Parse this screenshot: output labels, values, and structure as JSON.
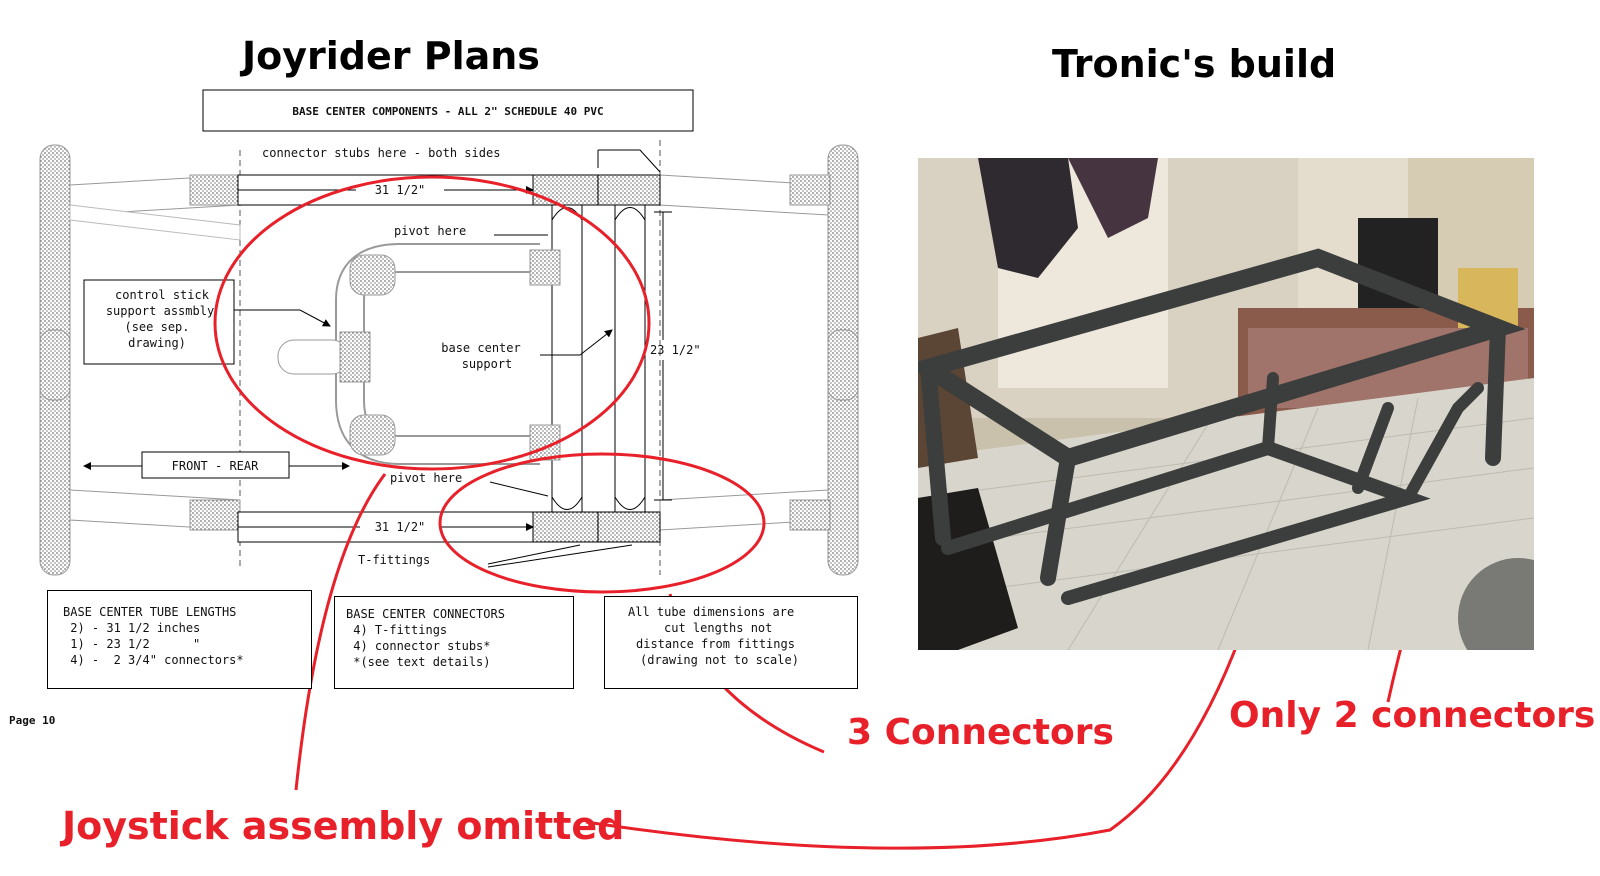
{
  "left_title": "Joyrider Plans",
  "right_title": "Tronic's build",
  "plan": {
    "header_box": "BASE CENTER COMPONENTS - ALL 2\" SCHEDULE 40 PVC",
    "stubs_note": "connector stubs here - both sides",
    "dim_top": "31 1/2\"",
    "dim_bottom": "31 1/2\"",
    "dim_vertical": "23 1/2\"",
    "pivot_top": "pivot here",
    "pivot_bottom": "pivot here",
    "control_stick": [
      "control stick",
      "support assmbly",
      "(see sep.",
      "drawing)"
    ],
    "base_support": [
      "base center",
      "support"
    ],
    "front_rear": "FRONT - REAR",
    "t_fittings": "T-fittings",
    "tube_lengths": [
      "BASE CENTER TUBE LENGTHS",
      " 2) - 31 1/2 inches",
      " 1) - 23 1/2      \"",
      " 4) -  2 3/4\" connectors*"
    ],
    "connectors": [
      "BASE CENTER CONNECTORS",
      " 4) T-fittings",
      " 4) connector stubs*",
      " *(see text details)"
    ],
    "note": [
      "All tube dimensions are",
      "cut lengths not",
      "distance from fittings",
      "(drawing not to scale)"
    ],
    "page": "Page 10"
  },
  "callouts": {
    "three": "3 Connectors",
    "two": "Only 2 connectors",
    "joystick": "Joystick assembly omitted"
  },
  "colors": {
    "annotation_red": "#e8202a"
  }
}
